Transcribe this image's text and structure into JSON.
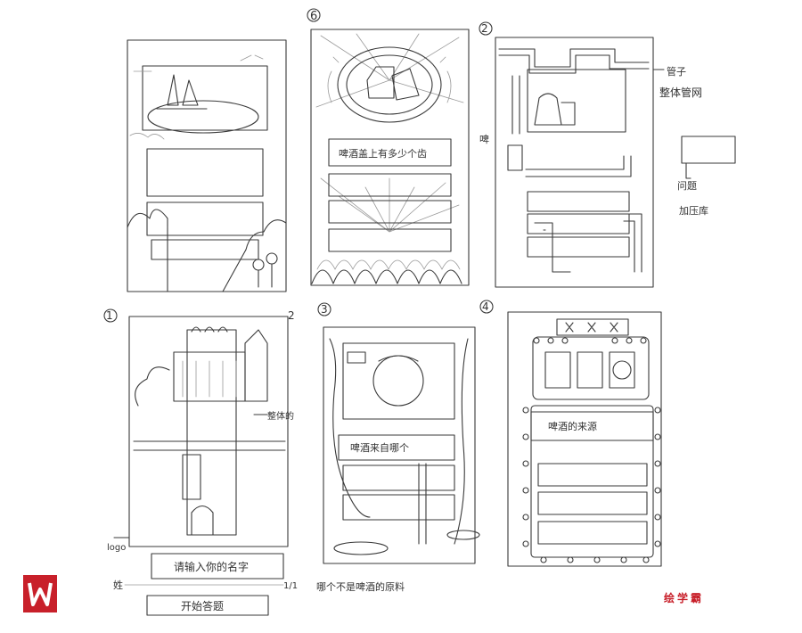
{
  "panels": [
    {
      "number": "",
      "caption": ""
    },
    {
      "number": "6",
      "caption": "啤酒盖上有多少个齿"
    },
    {
      "number": "2",
      "caption": "",
      "notes": [
        "管子",
        "整体管网",
        "问题",
        "加压库"
      ],
      "side_label": "啤"
    },
    {
      "number": "1",
      "number_right": "2",
      "note": "整体的",
      "logo_label": "logo"
    },
    {
      "number": "3",
      "caption": "啤酒来自哪个"
    },
    {
      "number": "4",
      "caption": "啤酒的来源"
    }
  ],
  "bottom": {
    "input_label": "请输入你的名字",
    "left_note": "姓",
    "right_note": "1/1",
    "start_button": "开始答题",
    "footnote": "哪个不是啤酒的原料"
  },
  "brand": {
    "name": "绘学霸",
    "logo_color": "#c8202a"
  }
}
